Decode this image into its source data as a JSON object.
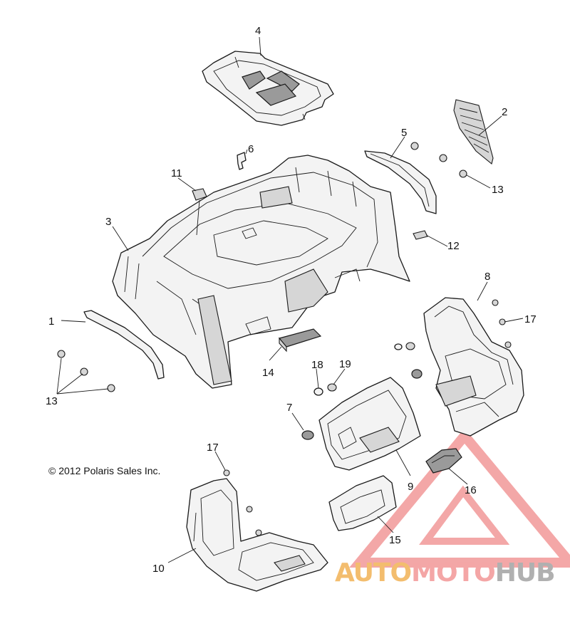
{
  "copyright": "© 2012 Polaris Sales Inc.",
  "watermark": {
    "part1": "AUTO",
    "part2": "MOTO",
    "part3": "HUB",
    "color_auto": "#f3bd6e",
    "color_moto": "#f4a6a6",
    "color_hub": "#b0b0b0"
  },
  "callouts": {
    "c1": "1",
    "c2": "2",
    "c3": "3",
    "c4": "4",
    "c5": "5",
    "c6": "6",
    "c7": "7",
    "c8": "8",
    "c9": "9",
    "c10": "10",
    "c11": "11",
    "c12": "12",
    "c13a": "13",
    "c13b": "13",
    "c14": "14",
    "c15": "15",
    "c16": "16",
    "c17a": "17",
    "c17b": "17",
    "c18": "18",
    "c19": "19"
  }
}
